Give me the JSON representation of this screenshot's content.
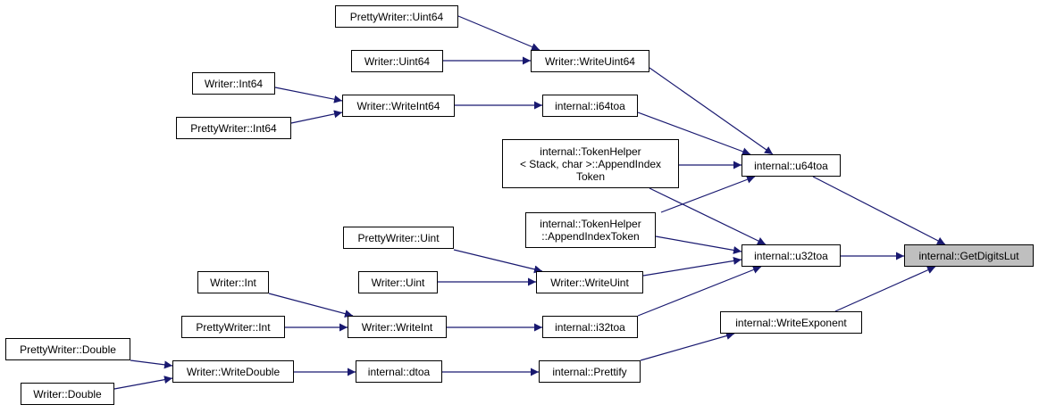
{
  "graph": {
    "edge_color": "#191970",
    "root_fill": "#bfbfbf",
    "nodes": {
      "pw_uint64": "PrettyWriter::Uint64",
      "w_uint64": "Writer::Uint64",
      "w_writeuint64": "Writer::WriteUint64",
      "w_int64": "Writer::Int64",
      "w_writeint64": "Writer::WriteInt64",
      "pw_int64": "PrettyWriter::Int64",
      "i64toa": "internal::i64toa",
      "tokenhelper_stack": "internal::TokenHelper\n< Stack, char >::AppendIndex\nToken",
      "u64toa": "internal::u64toa",
      "tokenhelper": "internal::TokenHelper\n::AppendIndexToken",
      "pw_uint": "PrettyWriter::Uint",
      "u32toa": "internal::u32toa",
      "getdigitslut": "internal::GetDigitsLut",
      "w_uint": "Writer::Uint",
      "w_writeuint": "Writer::WriteUint",
      "w_int": "Writer::Int",
      "writeexponent": "internal::WriteExponent",
      "pw_int": "PrettyWriter::Int",
      "w_writeint": "Writer::WriteInt",
      "i32toa": "internal::i32toa",
      "pw_double": "PrettyWriter::Double",
      "w_writedouble": "Writer::WriteDouble",
      "dtoa": "internal::dtoa",
      "prettify": "internal::Prettify",
      "w_double": "Writer::Double"
    }
  }
}
